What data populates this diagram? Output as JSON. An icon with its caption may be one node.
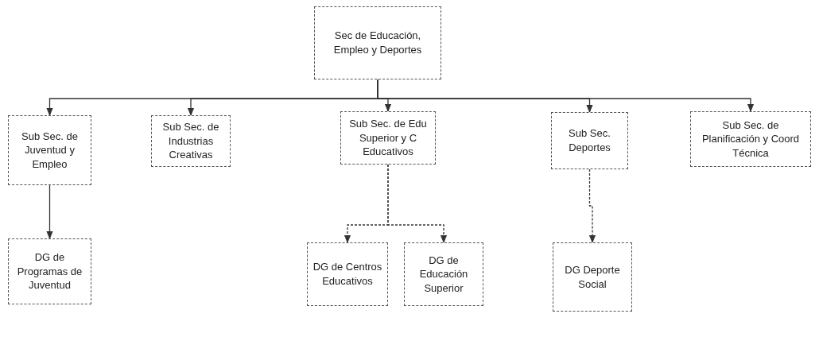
{
  "diagram": {
    "nodes": [
      {
        "text": [
          "Sec de Educación, Empleo y Deportes"
        ]
      },
      {
        "text": [
          "Sub Sec. de Juventud y Empleo"
        ]
      },
      {
        "text": [
          "Sub Sec. de Industrias Creativas"
        ]
      },
      {
        "text": [
          "Sub Sec. de Edu Superior y C Educativos"
        ]
      },
      {
        "text": [
          "Sub Sec. Deportes"
        ]
      },
      {
        "text": [
          "Sub Sec. de Planificación y Coord Técnica"
        ]
      },
      {
        "text": [
          "DG de Programas de Juventud"
        ]
      },
      {
        "text": [
          "DG de Centros Educativos"
        ]
      },
      {
        "text": [
          "DG de Educación Superior"
        ]
      },
      {
        "text": [
          "DG Deporte Social"
        ]
      }
    ],
    "edges": [
      {
        "from": 0,
        "to": 1,
        "arrow": "to"
      },
      {
        "from": 0,
        "to": 2,
        "arrow": "to"
      },
      {
        "from": 0,
        "to": 3,
        "arrow": "to"
      },
      {
        "from": 0,
        "to": 4,
        "arrow": "to"
      },
      {
        "from": 0,
        "to": 5,
        "arrow": "to"
      },
      {
        "from": 1,
        "to": 6,
        "arrow": "to"
      },
      {
        "from": 3,
        "to": 7,
        "arrow": "to",
        "style": "dashed"
      },
      {
        "from": 3,
        "to": 8,
        "arrow": "to",
        "style": "dashed"
      },
      {
        "from": 4,
        "to": 9,
        "arrow": "to",
        "style": "dashed"
      }
    ]
  }
}
